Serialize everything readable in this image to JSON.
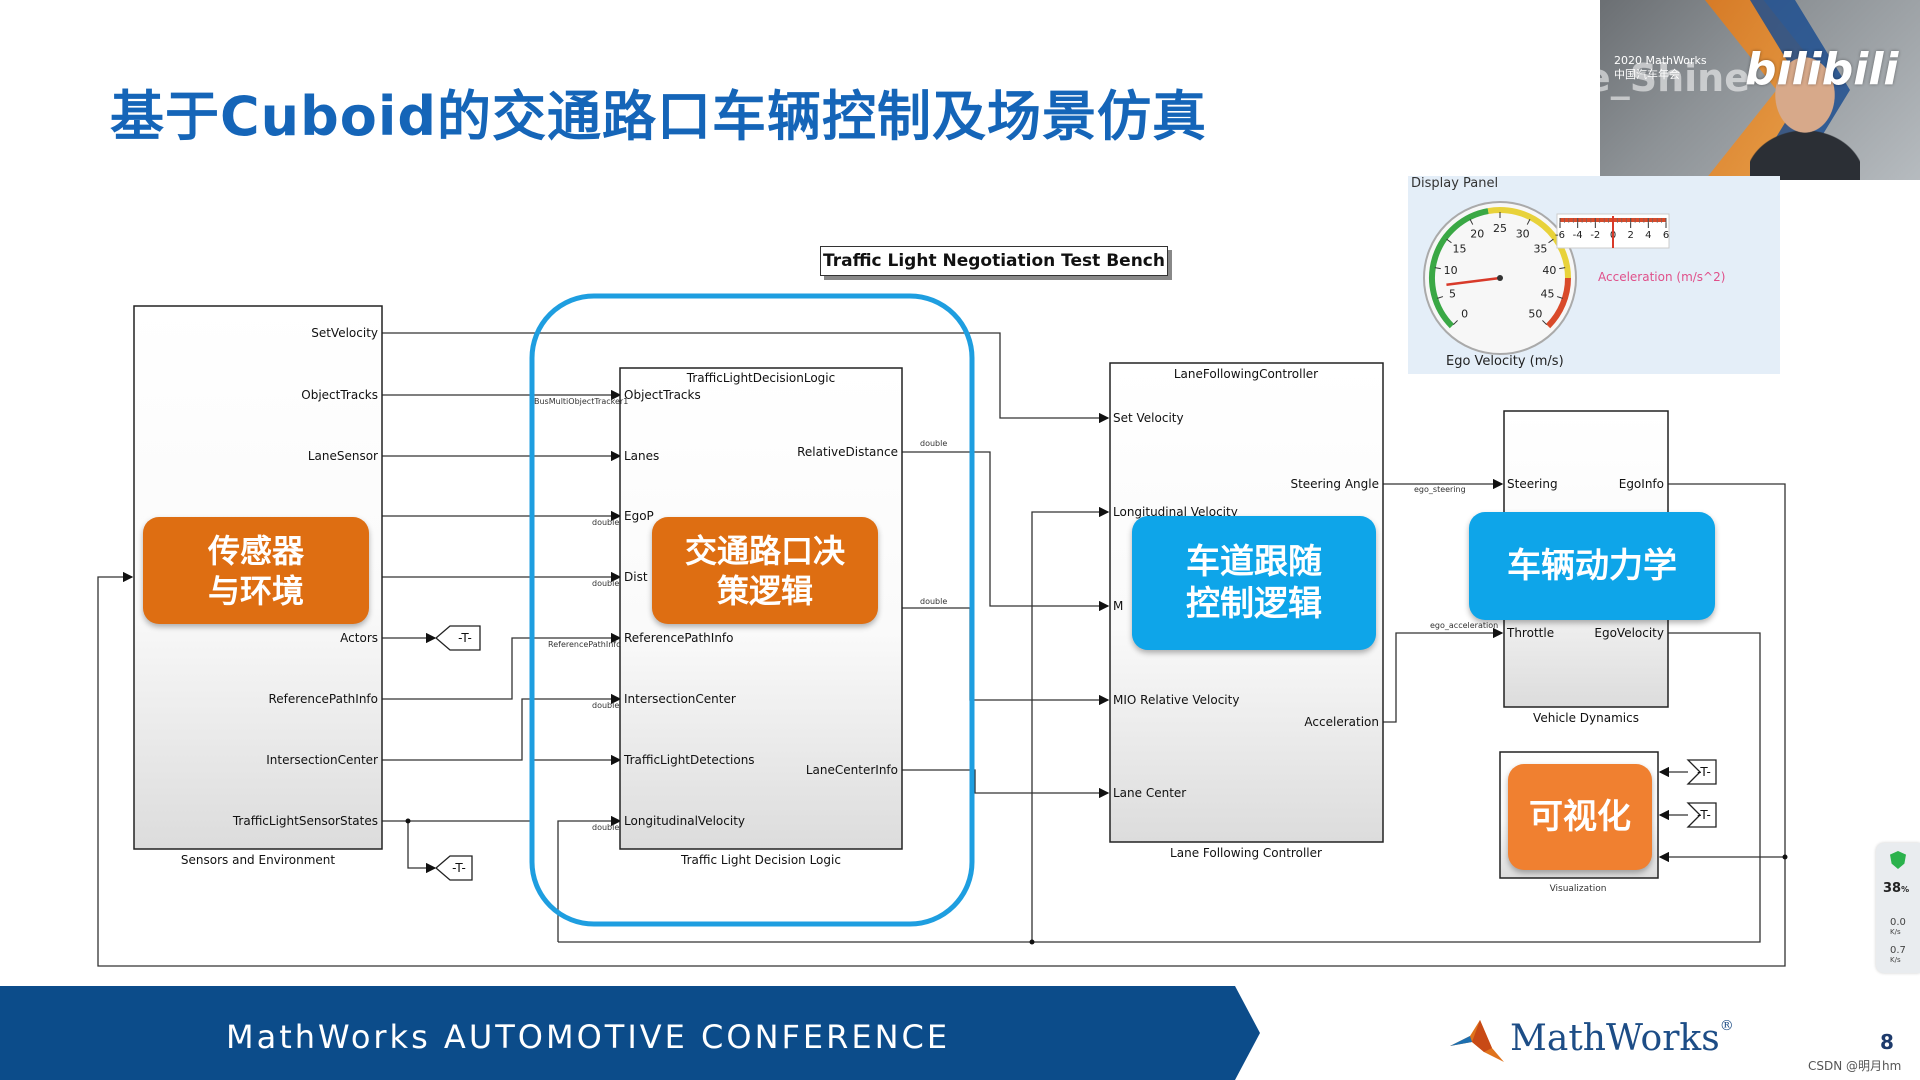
{
  "slide": {
    "title": "基于Cuboid的交通路口车辆控制及场景仿真",
    "page_number": "8"
  },
  "pip_video": {
    "watermark": "Double_Shine",
    "event_line1": "2020 MathWorks",
    "event_line2": "中国汽车年会",
    "logo": "bilibili"
  },
  "display_panel": {
    "title": "Display Panel",
    "gauge_label": "Ego Velocity (m/s)",
    "gauge_ticks": [
      "0",
      "5",
      "10",
      "15",
      "20",
      "25",
      "30",
      "35",
      "40",
      "45",
      "50"
    ],
    "gauge_value": 7,
    "accel_label": "Acceleration (m/s^2)",
    "accel_ticks": [
      "-6",
      "-4",
      "-2",
      "0",
      "2",
      "4",
      "6"
    ],
    "accel_value": 0
  },
  "diagram": {
    "test_bench_title": "Traffic Light Negotiation Test Bench",
    "sensors": {
      "caption": "Sensors and Environment",
      "ports": [
        "SetVelocity",
        "ObjectTracks",
        "LaneSensor",
        "Actors",
        "ReferencePathInfo",
        "IntersectionCenter",
        "TrafficLightSensorStates"
      ],
      "overlay": "传感器\n与环境"
    },
    "decision": {
      "block_title": "TrafficLightDecisionLogic",
      "caption": "Traffic Light Decision Logic",
      "inputs": [
        "ObjectTracks",
        "Lanes",
        "EgoP",
        "Dist",
        "ReferencePathInfo",
        "IntersectionCenter",
        "TrafficLightDetections",
        "LongitudinalVelocity"
      ],
      "outputs": [
        "RelativeDistance",
        "LaneCenterInfo"
      ],
      "overlay": "交通路口决\n策逻辑"
    },
    "lane": {
      "block_title": "LaneFollowingController",
      "caption": "Lane Following Controller",
      "inputs": [
        "Set Velocity",
        "Longitudinal Velocity",
        "M",
        "MIO Relative Velocity",
        "Lane Center"
      ],
      "outputs": [
        "Steering Angle",
        "Acceleration"
      ],
      "overlay": "车道跟随\n控制逻辑"
    },
    "dynamics": {
      "caption": "Vehicle Dynamics",
      "inputs": [
        "Steering",
        "Throttle"
      ],
      "outputs": [
        "EgoInfo",
        "EgoVelocity"
      ],
      "overlay": "车辆动力学"
    },
    "visualization": {
      "caption": "Visualization",
      "overlay": "可视化"
    },
    "signal_labels": {
      "bus": "BusMultiObjectTracker1",
      "double": "double",
      "refpath": "ReferencePathInfo",
      "ego_steering": "ego_steering",
      "ego_accel": "ego_acceleration"
    },
    "goto_tag": "-T-"
  },
  "footer": {
    "conference": "MathWorks AUTOMOTIVE CONFERENCE",
    "brand": "MathWorks",
    "brand_mark": "®",
    "credit": "CSDN @明月hm"
  },
  "side_widget": {
    "percent": "38",
    "percent_unit": "%",
    "up": "0.0",
    "up_unit": "K/s",
    "down": "0.7",
    "down_unit": "K/s"
  },
  "colors": {
    "title": "#1565b8",
    "orange": "#de6e12",
    "blue": "#0ea5e9",
    "highlight": "#1e9ee0",
    "footer": "#0c4c8a"
  }
}
